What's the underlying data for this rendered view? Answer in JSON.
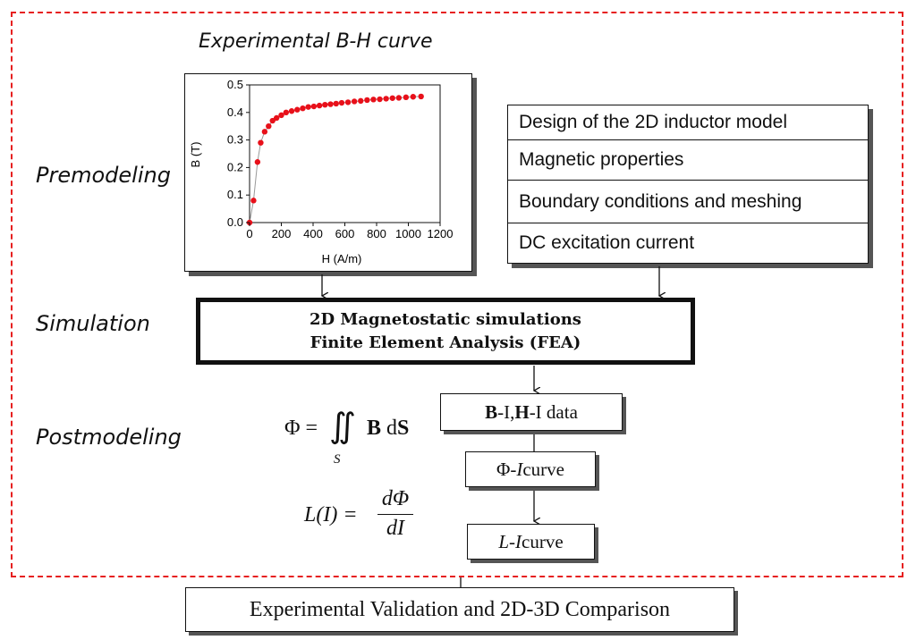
{
  "diagram": {
    "top_title": "Experimental B-H curve",
    "phases": {
      "premodeling": "Premodeling",
      "simulation": "Simulation",
      "postmodeling": "Postmodeling"
    },
    "premodeling_steps": [
      "Design of the 2D inductor model",
      "Magnetic properties",
      "Boundary conditions and meshing",
      "DC excitation current"
    ],
    "simulation_box": {
      "line1": "2D Magnetostatic simulations",
      "line2": "Finite Element  Analysis (FEA)"
    },
    "post_boxes": {
      "bh_data": {
        "b": "B",
        "mid": "-I, ",
        "h": "H",
        "tail": "-I data"
      },
      "phi_curve": {
        "phi": "Φ-",
        "i": "I",
        "tail": " curve"
      },
      "l_curve": {
        "l": "L",
        "dash": "-",
        "i": "I",
        "tail": " curve"
      }
    },
    "formula_flux": {
      "lhs": "Φ = ",
      "integral": "∬",
      "sub": "S",
      "b": "B",
      "ds_d": " d",
      "ds_s": "S"
    },
    "formula_inductance": {
      "lhs": "L(I) = ",
      "num": "dΦ",
      "den": "dI"
    },
    "validation": "Experimental Validation and 2D-3D Comparison"
  },
  "chart_data": {
    "type": "scatter",
    "xlabel": "H (A/m)",
    "ylabel": "B (T)",
    "xlim": [
      0,
      1200
    ],
    "ylim": [
      0,
      0.5
    ],
    "xticks": [
      "0",
      "200",
      "400",
      "600",
      "800",
      "1000",
      "1200"
    ],
    "yticks": [
      "0.0",
      "0.1",
      "0.2",
      "0.3",
      "0.4",
      "0.5"
    ],
    "series": [
      {
        "x": [
          0,
          25,
          50,
          70,
          95,
          120,
          145,
          170,
          200,
          230,
          265,
          300,
          335,
          370,
          405,
          440,
          475,
          510,
          545,
          580,
          620,
          660,
          700,
          740,
          780,
          820,
          860,
          900,
          940,
          985,
          1030,
          1080
        ],
        "y": [
          0.0,
          0.08,
          0.22,
          0.29,
          0.33,
          0.35,
          0.37,
          0.38,
          0.39,
          0.4,
          0.405,
          0.41,
          0.415,
          0.42,
          0.422,
          0.425,
          0.428,
          0.43,
          0.432,
          0.435,
          0.437,
          0.44,
          0.442,
          0.445,
          0.447,
          0.448,
          0.45,
          0.452,
          0.453,
          0.455,
          0.457,
          0.458
        ]
      }
    ],
    "marker_color": "#e8101a",
    "line_color": "#999999"
  }
}
